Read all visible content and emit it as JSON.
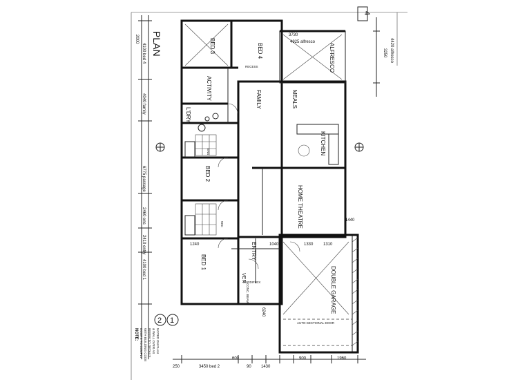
{
  "plan_title": "PLAN",
  "rooms": {
    "bed4": "BED 4",
    "bed3": "BED 3",
    "activity": "ACTIVITY",
    "ldry": "L'DRY",
    "bed2": "BED 2",
    "bed1": "BED 1",
    "family": "FAMILY",
    "meals": "MEALS",
    "kitchen": "KITCHEN",
    "home_theatre": "HOME THEATRE",
    "alfresco": "ALFRESCO",
    "entry": "ENTRY",
    "ver": "VER",
    "double_garage": "DOUBLE GARAGE",
    "recess": "RECESS"
  },
  "labels": {
    "conc_beam": "CONC. BEAM",
    "hardiflex": "HARDIFLEX",
    "auto_door": "AUTO-SECTIONAL DOOR",
    "ensuite": "ENS",
    "wic": "WIC"
  },
  "dims": {
    "top_3730": "3730",
    "top_4925": "4925 alfresco",
    "right_4420": "4420 alfresco",
    "right_3250": "3250",
    "left_2000": "2000",
    "left_4100": "4100 bed 4",
    "left_4040": "4040 family",
    "left_6775": "6775 passage",
    "left_2460": "2460 ens",
    "left_2410": "2410 entry",
    "left_4100b": "4100 bed 1",
    "mid_1240": "1240",
    "mid_1040": "1040",
    "mid_1330": "1330",
    "mid_1310": "1310",
    "mid_1440": "1440",
    "mid_6240": "6240",
    "bot_250": "250",
    "bot_3450": "3450 bed 2",
    "bot_600": "600",
    "bot_90": "90",
    "bot_1430": "1430",
    "bot_900": "900",
    "bot_1960": "1960",
    "sheet_a": "2",
    "sheet_b": "1",
    "sheet_c": "4"
  },
  "note": {
    "title": "NOTE:",
    "lines": [
      "DOORS TO COMPLY",
      "WITH BUILDING CODE",
      "REFER TO DETAILS",
      "& WALL OVER AS",
      "NOTED ON PLAN"
    ]
  }
}
